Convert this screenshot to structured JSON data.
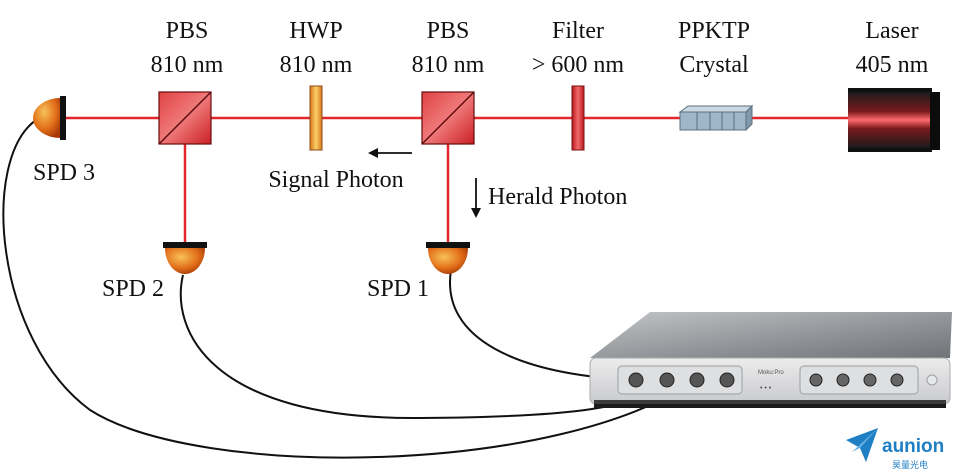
{
  "labels": {
    "pbs_left": [
      "PBS",
      "810 nm"
    ],
    "hwp": [
      "HWP",
      "810 nm"
    ],
    "pbs_mid": [
      "PBS",
      "810 nm"
    ],
    "filter": [
      "Filter",
      "> 600 nm"
    ],
    "crystal": [
      "PPKTP",
      "Crystal"
    ],
    "laser": [
      "Laser",
      "405 nm"
    ],
    "signal_photon": "Signal Photon",
    "herald_photon": "Herald Photon",
    "spd1": "SPD 1",
    "spd2": "SPD 2",
    "spd3": "SPD 3"
  },
  "device": {
    "model_text": "Moku:Pro",
    "status_dots": "• • •"
  },
  "logo": {
    "name": "aunion",
    "subtext": "昊量光电"
  },
  "colors": {
    "beam": "#e3262b",
    "wire": "#111111",
    "detector_body": "#e3701a",
    "detector_cap": "#111111",
    "hwp": "#f3a12c",
    "filter": "#e8393d",
    "crystal": "#9eb6c8",
    "laser_body": "#2a2a2a",
    "device_body": "#d9dadc",
    "logo": "#1f7fc4"
  }
}
